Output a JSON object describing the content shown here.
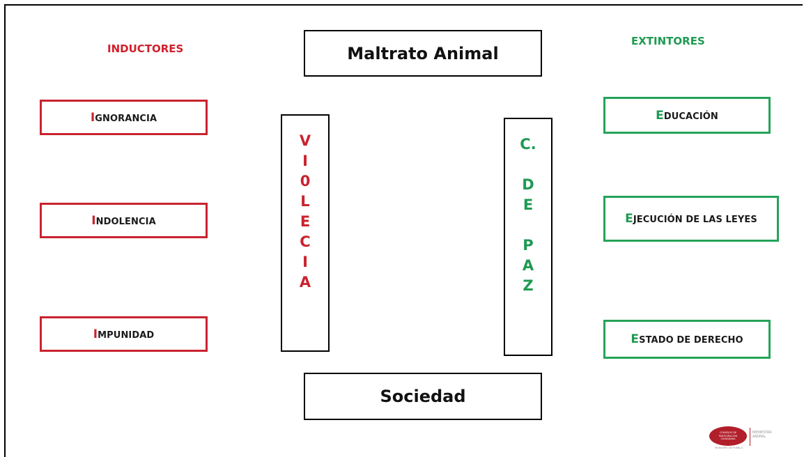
{
  "headings": {
    "inductores": "INDUCTORES",
    "extintores": "EXTINTORES"
  },
  "inductores": [
    {
      "initial": "I",
      "rest": "gnorancia"
    },
    {
      "initial": "I",
      "rest": "ndolencia"
    },
    {
      "initial": "I",
      "rest": "mpunidad"
    }
  ],
  "extintores": [
    {
      "initial": "E",
      "rest": "ducación"
    },
    {
      "initial": "E",
      "rest": "jecución de las leyes"
    },
    {
      "initial": "E",
      "rest": "stado de derecho"
    }
  ],
  "center": {
    "top": "Maltrato Animal",
    "bottom": "Sociedad"
  },
  "violencia_letters": [
    "V",
    "I",
    "0",
    "L",
    "E",
    "C",
    "I",
    "A"
  ],
  "paz_letters": [
    "C.",
    "",
    "D",
    "E",
    "",
    "P",
    "A",
    "Z"
  ],
  "logo": {
    "oval_text": [
      "CONSEJOS DE",
      "PARTICIPACIÓN",
      "CIUDADANA"
    ],
    "sub_text": "MUNICIPIO DE PUEBLA",
    "right_text": [
      "BIENESTAR",
      "ANIMAL"
    ]
  },
  "colors": {
    "inductor_red": "#c9232f",
    "extintor_green": "#1e9a52"
  }
}
